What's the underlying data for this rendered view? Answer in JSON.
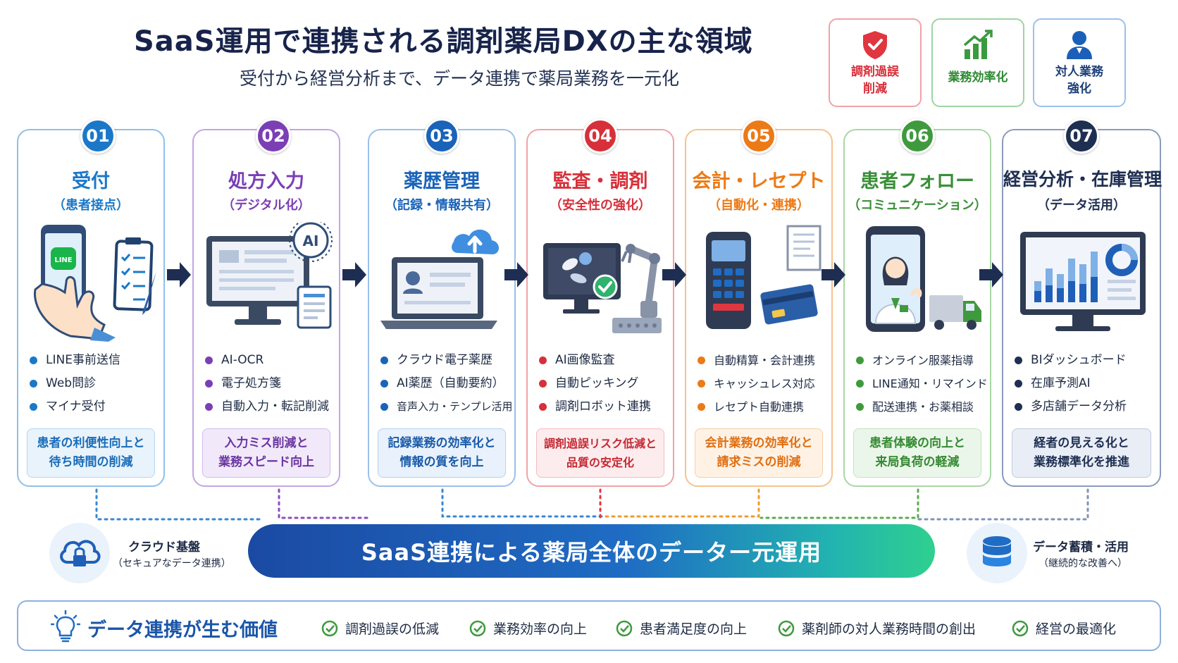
{
  "header": {
    "title": "SaaS運用で連携される調剤薬局DXの主な領域",
    "subtitle": "受付から経営分析まで、データ連携で薬局業務を一元化"
  },
  "badges": [
    {
      "label_line1": "調剤過誤",
      "label_line2": "削減",
      "icon": "shield-check-icon",
      "color": "#e0363f"
    },
    {
      "label_line1": "業務効率化",
      "label_line2": "",
      "icon": "growth-chart-icon",
      "color": "#3a9a3e"
    },
    {
      "label_line1": "対人業務",
      "label_line2": "強化",
      "icon": "person-icon",
      "color": "#1c5fb8"
    }
  ],
  "steps": [
    {
      "num": "01",
      "title": "受付",
      "subtitle": "（患者接点）",
      "color": "#1b78c8",
      "bullets": [
        "LINE事前送信",
        "Web問診",
        "マイナ受付"
      ],
      "outcome_line1": "患者の利便性向上と",
      "outcome_line2": "待ち時間の削減",
      "illustration": "smartphone-line-clipboard"
    },
    {
      "num": "02",
      "title": "処方入力",
      "subtitle": "（デジタル化）",
      "color": "#7b3fb5",
      "bullets": [
        "AI-OCR",
        "電子処方箋",
        "自動入力・転記削減"
      ],
      "outcome_line1": "入力ミス削減と",
      "outcome_line2": "業務スピード向上",
      "illustration": "monitor-ai-document"
    },
    {
      "num": "03",
      "title": "薬歴管理",
      "subtitle": "（記録・情報共有）",
      "color": "#1a63b8",
      "bullets": [
        "クラウド電子薬歴",
        "AI薬歴（自動要約）",
        "音声入力・テンプレ活用"
      ],
      "outcome_line1": "記録業務の効率化と",
      "outcome_line2": "情報の質を向上",
      "illustration": "laptop-cloud-upload"
    },
    {
      "num": "04",
      "title": "監査・調剤",
      "subtitle": "（安全性の強化）",
      "color": "#d7303a",
      "bullets": [
        "AI画像監査",
        "自動ピッキング",
        "調剤ロボット連携"
      ],
      "outcome_line1": "調剤過誤リスク低減と",
      "outcome_line2": "品質の安定化",
      "illustration": "pill-monitor-robot-arm"
    },
    {
      "num": "05",
      "title": "会計・レセプト",
      "subtitle": "（自動化・連携）",
      "color": "#ec7a16",
      "bullets": [
        "自動精算・会計連携",
        "キャッシュレス対応",
        "レセプト自動連携"
      ],
      "outcome_line1": "会計業務の効率化と",
      "outcome_line2": "請求ミスの削減",
      "illustration": "payment-terminal-card-receipt"
    },
    {
      "num": "06",
      "title": "患者フォロー",
      "subtitle": "（コミュニケーション）",
      "color": "#3f9a3e",
      "bullets": [
        "オンライン服薬指導",
        "LINE通知・リマインド",
        "配送連携・お薬相談"
      ],
      "outcome_line1": "患者体験の向上と",
      "outcome_line2": "来局負荷の軽減",
      "illustration": "phone-pharmacist-truck"
    },
    {
      "num": "07",
      "title": "経営分析・在庫管理",
      "subtitle": "（データ活用）",
      "color": "#1f2f52",
      "bullets": [
        "BIダッシュボード",
        "在庫予測AI",
        "多店舗データ分析"
      ],
      "outcome_line1": "経者の見える化と",
      "outcome_line2": "業務標準化を推進",
      "illustration": "monitor-dashboard"
    }
  ],
  "bottom": {
    "banner": "SaaS連携による薬局全体のデーター元運用",
    "left_label": "クラウド基盤",
    "left_sub": "（セキュアなデータ連携）",
    "right_label": "データ蓄積・活用",
    "right_sub": "（継続的な改善へ）"
  },
  "value": {
    "title": "データ連携が生む価値",
    "items": [
      "調剤過誤の低減",
      "業務効率の向上",
      "患者満足度の向上",
      "薬剤師の対人業務時間の創出",
      "経営の最適化"
    ]
  }
}
